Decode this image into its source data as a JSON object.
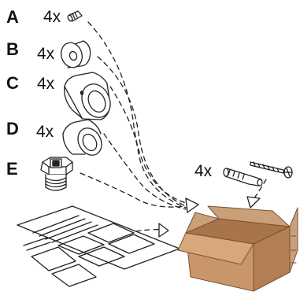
{
  "parts": [
    {
      "letter": "A",
      "qty": "4x",
      "icon": "set-screw-icon"
    },
    {
      "letter": "B",
      "qty": "4x",
      "icon": "short-spacer-icon"
    },
    {
      "letter": "C",
      "qty": "4x",
      "icon": "sleeve-with-hole-icon"
    },
    {
      "letter": "D",
      "qty": "4x",
      "icon": "medium-spacer-icon"
    },
    {
      "letter": "E",
      "qty": "",
      "icon": "plug-fitting-icon"
    }
  ],
  "fixings": {
    "qty": "4x",
    "icons": [
      "wall-plug-icon",
      "wood-screw-icon"
    ]
  },
  "other_items": [
    "instruction-sheet-icon",
    "cardboard-box-icon"
  ],
  "colors": {
    "box": "#c9966b",
    "box_dark": "#b27f54",
    "line": "#222222"
  }
}
